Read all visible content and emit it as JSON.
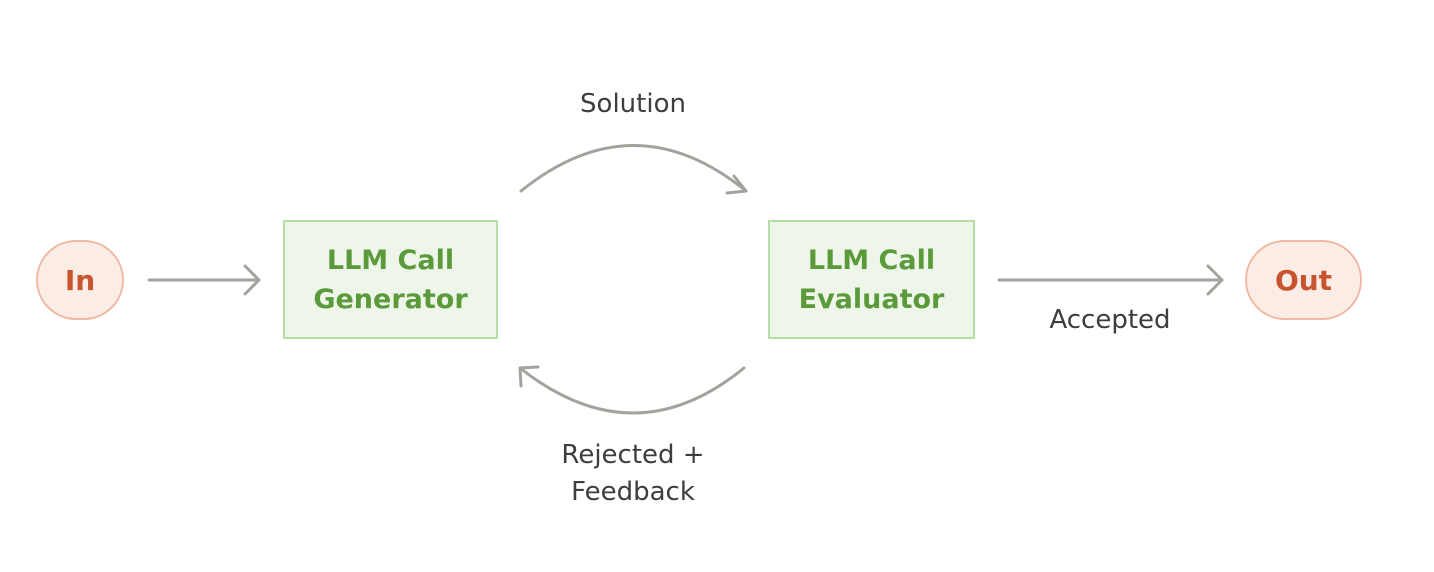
{
  "nodes": {
    "input": "In",
    "generator": {
      "line1": "LLM Call",
      "line2": "Generator"
    },
    "evaluator": {
      "line1": "LLM Call",
      "line2": "Evaluator"
    },
    "output": "Out"
  },
  "edges": {
    "solution": "Solution",
    "rejected_line1": "Rejected +",
    "rejected_line2": "Feedback",
    "accepted": "Accepted"
  },
  "colors": {
    "io_fill": "#fcece6",
    "io_stroke": "#f0b9a4",
    "io_text": "#c8542f",
    "llm_fill": "#eef6e9",
    "llm_stroke": "#b6dea6",
    "llm_text": "#5a9a3a",
    "arrow": "#a3a39e",
    "label_text": "#3d3d3a"
  }
}
